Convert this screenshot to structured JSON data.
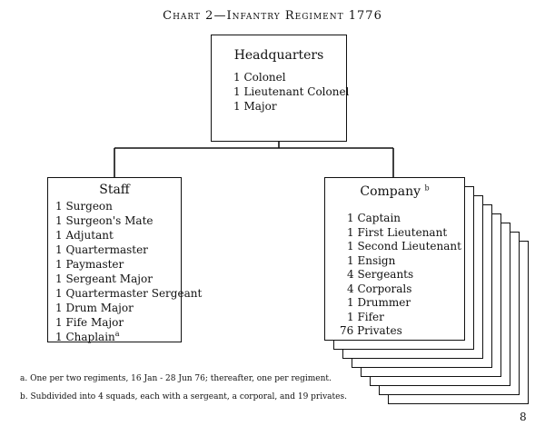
{
  "title": "Chart 2—Infantry Regiment 1776",
  "headquarters": {
    "heading": "Headquarters",
    "items": [
      "1 Colonel",
      "1 Lieutenant Colonel",
      "1 Major"
    ]
  },
  "staff": {
    "heading": "Staff",
    "items": [
      "1 Surgeon",
      "1 Surgeon's Mate",
      "1 Adjutant",
      "1 Quartermaster",
      "1 Paymaster",
      "1 Sergeant Major",
      "1 Quartermaster Sergeant",
      "1 Drum Major",
      "1 Fife Major",
      "1 Chaplain"
    ],
    "last_note_mark": "a"
  },
  "company": {
    "heading": "Company",
    "note_mark": "b",
    "items": [
      "1 Captain",
      "1 First Lieutenant",
      "1 Second Lieutenant",
      "1 Ensign",
      "4 Sergeants",
      "4 Corporals",
      "1 Drummer",
      "1 Fifer",
      "76 Privates"
    ]
  },
  "footnotes": [
    "a. One per two regiments, 16 Jan - 28 Jun 76; thereafter, one per regiment.",
    "b. Subdivided into 4 squads, each with a sergeant, a corporal, and 19 privates."
  ],
  "page_number": "8"
}
